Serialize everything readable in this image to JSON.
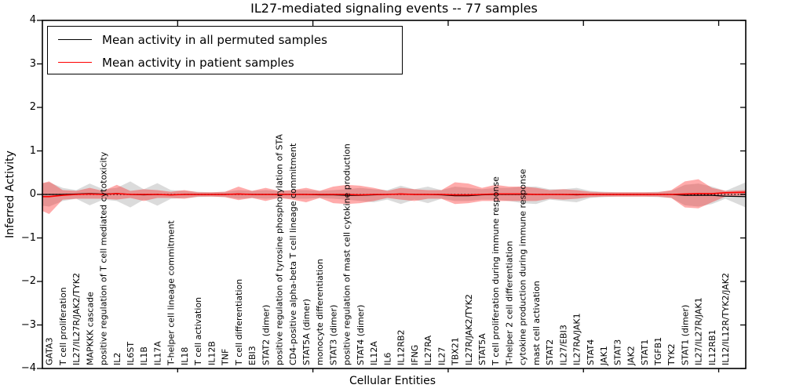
{
  "chart_data": {
    "type": "band-line",
    "title": "IL27-mediated signaling events -- 77 samples",
    "xlabel": "Cellular Entities",
    "ylabel": "Inferred Activity",
    "ylim": [
      -4,
      4
    ],
    "yticks": [
      {
        "value": 4,
        "label": "4"
      },
      {
        "value": 3,
        "label": "3"
      },
      {
        "value": 2,
        "label": "2"
      },
      {
        "value": 1,
        "label": "1"
      },
      {
        "value": 0,
        "label": "0"
      },
      {
        "value": -1,
        "label": "−1"
      },
      {
        "value": -2,
        "label": "−2"
      },
      {
        "value": -3,
        "label": "−3"
      },
      {
        "value": -4,
        "label": "−4"
      }
    ],
    "x_major_ticks": [
      10,
      20,
      30,
      40,
      50
    ],
    "x_range": [
      0,
      52
    ],
    "grid": false,
    "legend_position": "upper left",
    "legend": [
      {
        "label": "Mean activity in all permuted samples",
        "color": "#000000"
      },
      {
        "label": "Mean activity in patient samples",
        "color": "#ff0000"
      }
    ],
    "colors": {
      "permuted_band": "#000000",
      "permuted_band_opacity": 0.14,
      "patient_band": "#ff0000",
      "patient_band_opacity": 0.33,
      "mean_permuted_line": "#000000",
      "mean_patient_line": "#ff0000",
      "zero_line": "#000000"
    },
    "categories": [
      "GATA3",
      "T cell proliferation",
      "IL27/IL27R/JAK2/TYK2",
      "MAPKKK cascade",
      "positive regulation of T cell mediated cytotoxicity",
      "IL2",
      "IL6ST",
      "IL1B",
      "IL17A",
      "T-helper cell lineage commitment",
      "IL18",
      "T cell activation",
      "IL12B",
      "TNF",
      "T cell differentiation",
      "EBI3",
      "STAT2 (dimer)",
      "positive regulation of tyrosine phosphorylation of STA",
      "CD4-positive alpha-beta T cell lineage commitment",
      "STAT5A (dimer)",
      "monocyte differentiation",
      "STAT3 (dimer)",
      "positive regulation of mast cell cytokine production",
      "STAT4 (dimer)",
      "IL12A",
      "IL6",
      "IL12RB2",
      "IFNG",
      "IL27RA",
      "IL27",
      "TBX21",
      "IL27R/JAK2/TYK2",
      "STAT5A",
      "T cell proliferation during immune response",
      "T-helper 2 cell differentiation",
      "cytokine production during immune response",
      "mast cell activation",
      "STAT2",
      "IL27/EBI3",
      "IL27RA/JAK1",
      "STAT4",
      "JAK1",
      "STAT3",
      "JAK2",
      "STAT1",
      "TGFB1",
      "TYK2",
      "STAT1 (dimer)",
      "IL27/IL27R/JAK1",
      "IL12RB1",
      "IL12/IL12R/TYK2/JAK2"
    ],
    "series": {
      "permuted_upper": [
        0.28,
        0.15,
        0.1,
        0.25,
        0.12,
        0.15,
        0.3,
        0.12,
        0.26,
        0.1,
        0.08,
        0.06,
        0.05,
        0.06,
        0.1,
        0.08,
        0.1,
        0.08,
        0.1,
        0.1,
        0.08,
        0.1,
        0.12,
        0.15,
        0.12,
        0.1,
        0.2,
        0.12,
        0.18,
        0.1,
        0.18,
        0.15,
        0.12,
        0.15,
        0.15,
        0.18,
        0.18,
        0.12,
        0.12,
        0.15,
        0.08,
        0.06,
        0.05,
        0.05,
        0.05,
        0.06,
        0.08,
        0.22,
        0.25,
        0.18,
        0.08
      ],
      "permuted_lower": [
        -0.28,
        -0.15,
        -0.1,
        -0.25,
        -0.12,
        -0.15,
        -0.3,
        -0.12,
        -0.26,
        -0.1,
        -0.08,
        -0.06,
        -0.05,
        -0.06,
        -0.1,
        -0.08,
        -0.1,
        -0.08,
        -0.1,
        -0.1,
        -0.08,
        -0.1,
        -0.12,
        -0.15,
        -0.18,
        -0.12,
        -0.22,
        -0.12,
        -0.2,
        -0.1,
        -0.15,
        -0.15,
        -0.12,
        -0.12,
        -0.15,
        -0.2,
        -0.22,
        -0.12,
        -0.15,
        -0.18,
        -0.08,
        -0.06,
        -0.05,
        -0.05,
        -0.05,
        -0.06,
        -0.08,
        -0.25,
        -0.28,
        -0.22,
        -0.1
      ],
      "patient_upper": [
        0.3,
        0.1,
        0.08,
        0.15,
        0.08,
        0.22,
        0.08,
        0.12,
        0.1,
        0.06,
        0.1,
        0.05,
        0.05,
        0.06,
        0.18,
        0.08,
        0.15,
        0.08,
        0.1,
        0.15,
        0.08,
        0.18,
        0.22,
        0.2,
        0.15,
        0.08,
        0.15,
        0.12,
        0.1,
        0.1,
        0.28,
        0.25,
        0.15,
        0.22,
        0.18,
        0.18,
        0.15,
        0.1,
        0.12,
        0.1,
        0.06,
        0.05,
        0.05,
        0.05,
        0.05,
        0.05,
        0.1,
        0.3,
        0.35,
        0.15,
        0.08
      ],
      "patient_lower": [
        -0.45,
        -0.12,
        -0.1,
        -0.1,
        -0.1,
        -0.12,
        -0.08,
        -0.15,
        -0.08,
        -0.08,
        -0.1,
        -0.05,
        -0.05,
        -0.06,
        -0.13,
        -0.08,
        -0.15,
        -0.08,
        -0.12,
        -0.18,
        -0.08,
        -0.2,
        -0.22,
        -0.2,
        -0.15,
        -0.08,
        -0.12,
        -0.15,
        -0.1,
        -0.1,
        -0.22,
        -0.2,
        -0.15,
        -0.15,
        -0.15,
        -0.15,
        -0.15,
        -0.1,
        -0.12,
        -0.1,
        -0.06,
        -0.05,
        -0.05,
        -0.05,
        -0.05,
        -0.05,
        -0.08,
        -0.3,
        -0.32,
        -0.18,
        -0.05
      ],
      "mean_permuted": [
        0,
        0,
        0.01,
        0.02,
        0.01,
        0.02,
        0,
        -0.01,
        0,
        -0.01,
        0,
        0,
        0,
        0,
        0.01,
        0,
        0,
        0,
        0,
        0,
        -0.01,
        -0.01,
        -0.02,
        -0.02,
        -0.01,
        0,
        0.01,
        0,
        0,
        -0.01,
        -0.03,
        -0.03,
        -0.01,
        0,
        0,
        0,
        0,
        0,
        0,
        -0.01,
        0,
        0,
        0,
        0,
        0,
        0,
        0,
        -0.02,
        -0.02,
        -0.02,
        -0.04
      ],
      "mean_patient": [
        -0.05,
        -0.02,
        0,
        0.01,
        0,
        0.02,
        0,
        0,
        0,
        -0.01,
        0,
        0,
        0,
        0,
        0.01,
        0,
        0,
        0,
        0,
        0,
        0,
        0,
        0,
        -0.01,
        0,
        0,
        0.01,
        0,
        0,
        0,
        -0.01,
        -0.01,
        0,
        0.01,
        0.01,
        0.01,
        0,
        0,
        0,
        0,
        0,
        0,
        0,
        0,
        0,
        0,
        0,
        0.01,
        0.02,
        0.02,
        0.04
      ]
    },
    "axis_edges": {
      "left": {
        "permuted": [
          -0.26,
          0.26
        ],
        "patient": [
          -0.38,
          0.26
        ],
        "mean_permuted": 0,
        "mean_patient": -0.05
      },
      "right": {
        "permuted": [
          -0.3,
          0.28
        ],
        "patient": [
          -0.02,
          0.1
        ],
        "mean_permuted": -0.05,
        "mean_patient": 0.05
      }
    },
    "zero_line_value": 0
  }
}
